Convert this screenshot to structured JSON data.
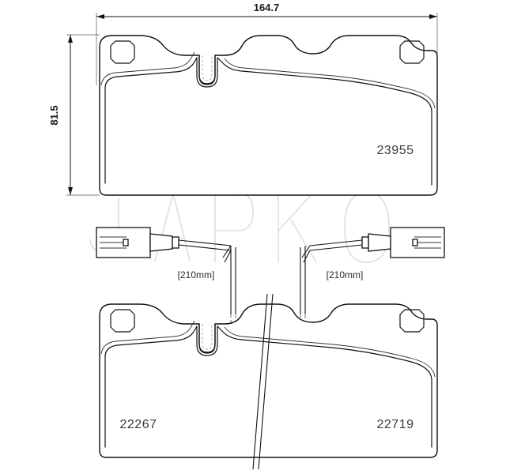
{
  "document": {
    "kind": "technical-drawing",
    "subject": "brake-pad-set",
    "background_color": "#ffffff",
    "line_color": "#111111"
  },
  "dimensions": {
    "width_label": "164.7",
    "height_label": "81.5"
  },
  "parts": {
    "upper_pad_number": "23955",
    "lower_pad_left_number": "22267",
    "lower_pad_right_number": "22719"
  },
  "sensors": {
    "left_cable_length": "[210mm]",
    "right_cable_length": "[210mm]"
  },
  "watermark": {
    "text": "JAPKO",
    "color": "#d8d8e2"
  }
}
